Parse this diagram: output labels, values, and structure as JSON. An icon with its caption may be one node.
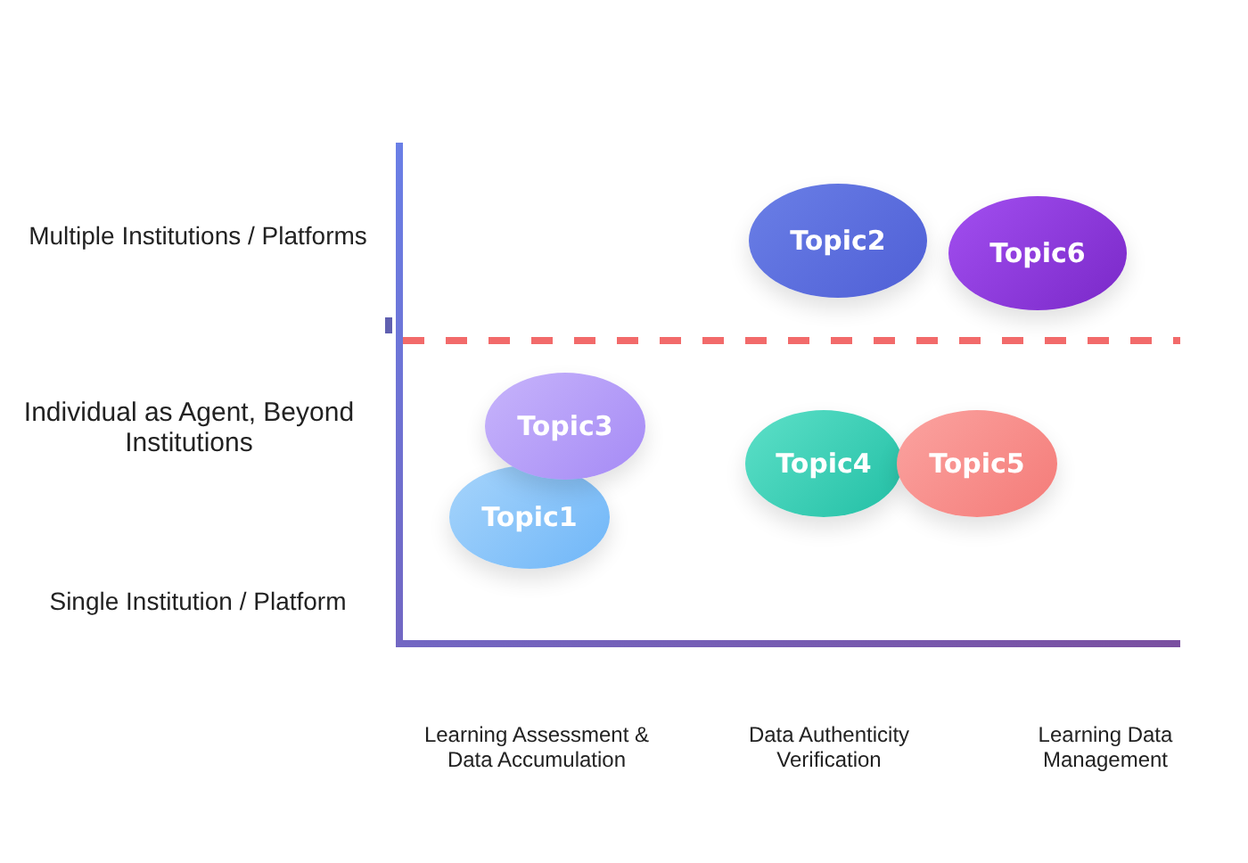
{
  "diagram": {
    "nodes": [
      {
        "text": [
          "Topic2"
        ]
      },
      {
        "text": [
          "Topic6"
        ]
      },
      {
        "text": [
          "Topic3"
        ]
      },
      {
        "text": [
          "Topic4"
        ]
      },
      {
        "text": [
          "Topic5"
        ]
      },
      {
        "text": [
          "Topic1"
        ]
      }
    ],
    "labels": [
      "Multiple Institutions / Platforms",
      "Individual as Agent, Beyond Institutions",
      "Single Institution / Platform",
      "Learning Assessment & Data Accumulation",
      "Data Authenticity Verification",
      "Learning Data Management"
    ]
  }
}
